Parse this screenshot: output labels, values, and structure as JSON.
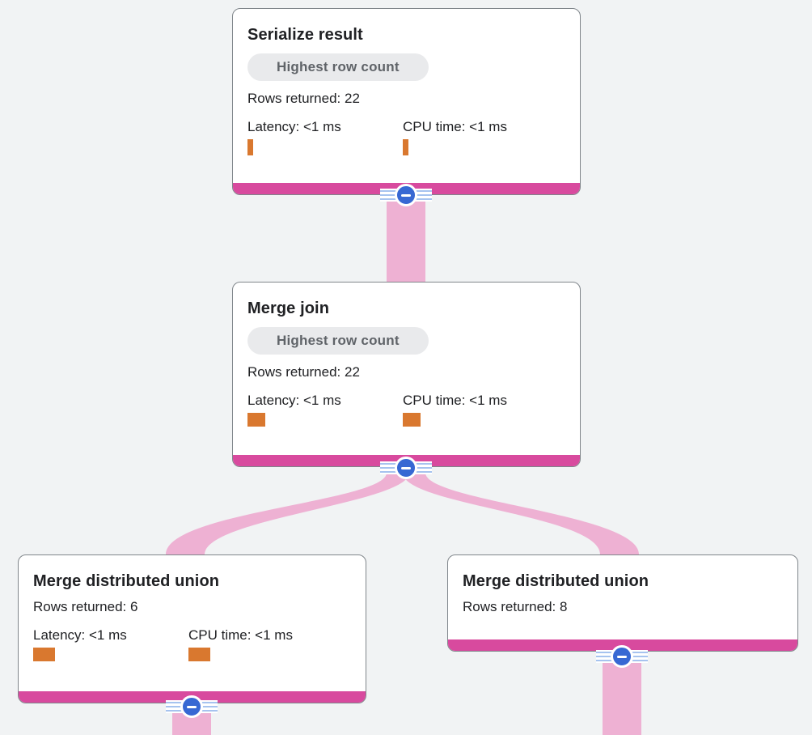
{
  "colors": {
    "background": "#f1f3f4",
    "card_bg": "#ffffff",
    "card_border": "#80868b",
    "accent_magenta": "#d84a9e",
    "flow_pink": "#eeb1d3",
    "button_blue": "#3768d3",
    "stripe_blue": "#a6c3ef",
    "metric_orange": "#d9782f",
    "title_text": "#202124",
    "badge_bg": "#e9eaec",
    "badge_text": "#5f6368"
  },
  "nodes": [
    {
      "title": "Serialize result",
      "badge": "Highest row count",
      "rows_returned": "Rows returned: 22",
      "latency_label": "Latency: <1 ms",
      "cpu_label": "CPU time: <1 ms",
      "latency_bar_style": "width:7px;height:20px",
      "cpu_bar_style": "width:7px;height:20px"
    },
    {
      "title": "Merge join",
      "badge": "Highest row count",
      "rows_returned": "Rows returned: 22",
      "latency_label": "Latency: <1 ms",
      "cpu_label": "CPU time: <1 ms",
      "latency_bar_style": "width:22px;height:17px",
      "cpu_bar_style": "width:22px;height:17px"
    },
    {
      "title": "Merge distributed union",
      "rows_returned": "Rows returned: 6",
      "latency_label": "Latency: <1 ms",
      "cpu_label": "CPU time: <1 ms",
      "latency_bar_style": "width:27px;height:17px",
      "cpu_bar_style": "width:27px;height:17px"
    },
    {
      "title": "Merge distributed union",
      "rows_returned": "Rows returned: 8"
    }
  ],
  "edges": [
    {
      "source": "Merge join",
      "target": "Serialize result"
    },
    {
      "source": "Merge distributed union (rows 6)",
      "target": "Merge join"
    },
    {
      "source": "Merge distributed union (rows 8)",
      "target": "Merge join"
    },
    {
      "source": "(offscreen child)",
      "target": "Merge distributed union (rows 6)"
    },
    {
      "source": "(offscreen child)",
      "target": "Merge distributed union (rows 8)"
    }
  ],
  "icons": {
    "collapse": "collapse-minus-icon"
  }
}
